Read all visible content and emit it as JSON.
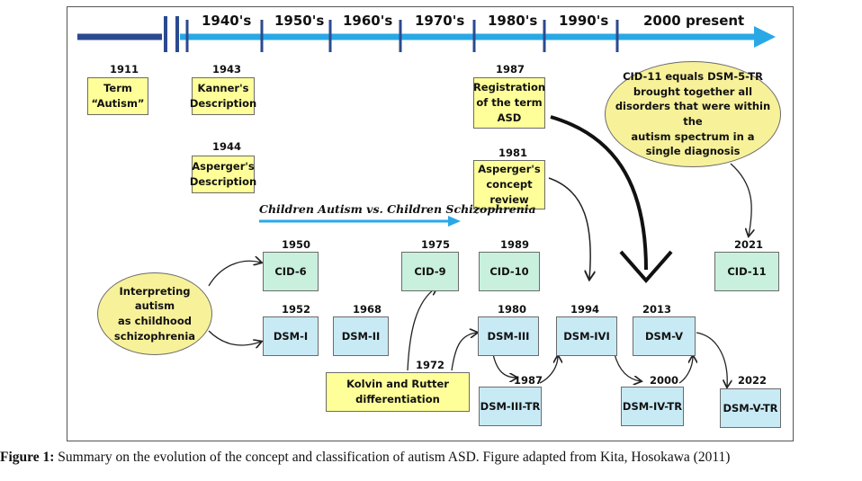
{
  "timeline": {
    "decades": [
      "1940's",
      "1950's",
      "1960's",
      "1970's",
      "1980's",
      "1990's",
      "2000 present"
    ]
  },
  "events": {
    "autism_term": {
      "year": "1911",
      "line1": "Term",
      "line2": "“Autism”"
    },
    "kanner": {
      "year": "1943",
      "line1": "Kanner's",
      "line2": "Description"
    },
    "asperger": {
      "year": "1944",
      "line1": "Asperger's",
      "line2": "Description"
    },
    "registration_asd": {
      "year": "1987",
      "line1": "Registration",
      "line2": "of the term",
      "line3": "ASD"
    },
    "asperger_review": {
      "year": "1981",
      "line1": "Asperger's",
      "line2": "concept",
      "line3": "review"
    },
    "cid11_note": {
      "line1": "CID-11 equals DSM-5-TR",
      "line2": "brought together all",
      "line3": "disorders that were within the",
      "line4": "autism spectrum in a",
      "line5": "single diagnosis"
    },
    "interpreting": {
      "line1": "Interpreting autism",
      "line2": "as childhood",
      "line3": "schizophrenia"
    },
    "kolvin": {
      "year": "1972",
      "line1": "Kolvin and Rutter",
      "line2": "differentiation"
    }
  },
  "banner": "Children Autism vs. Children Schizophrenia",
  "classifications": {
    "cid6": {
      "year": "1950",
      "label": "CID-6"
    },
    "cid9": {
      "year": "1975",
      "label": "CID-9"
    },
    "cid10": {
      "year": "1989",
      "label": "CID-10"
    },
    "cid11": {
      "year": "2021",
      "label": "CID-11"
    },
    "dsm1": {
      "year": "1952",
      "label": "DSM-I"
    },
    "dsm2": {
      "year": "1968",
      "label": "DSM-II"
    },
    "dsm3": {
      "year": "1980",
      "label": "DSM-III"
    },
    "dsm3tr": {
      "year": "1987",
      "label": "DSM-III-TR"
    },
    "dsm4": {
      "year": "1994",
      "label": "DSM-IVI"
    },
    "dsm4tr": {
      "year": "2000",
      "label": "DSM-IV-TR"
    },
    "dsm5": {
      "year": "2013",
      "label": "DSM-V"
    },
    "dsm5tr": {
      "year": "2022",
      "label": "DSM-V-TR"
    }
  },
  "caption": {
    "label": "Figure 1:",
    "text": " Summary on the evolution of the concept and classification of autism ASD. Figure adapted from Kita, Hosokawa (2011)"
  },
  "colors": {
    "timeline_dark": "#2b4a8e",
    "timeline_light": "#2aa8e6",
    "yellow": "#ffff9a",
    "green": "#c8f0dd",
    "blue": "#c8eaf5"
  }
}
